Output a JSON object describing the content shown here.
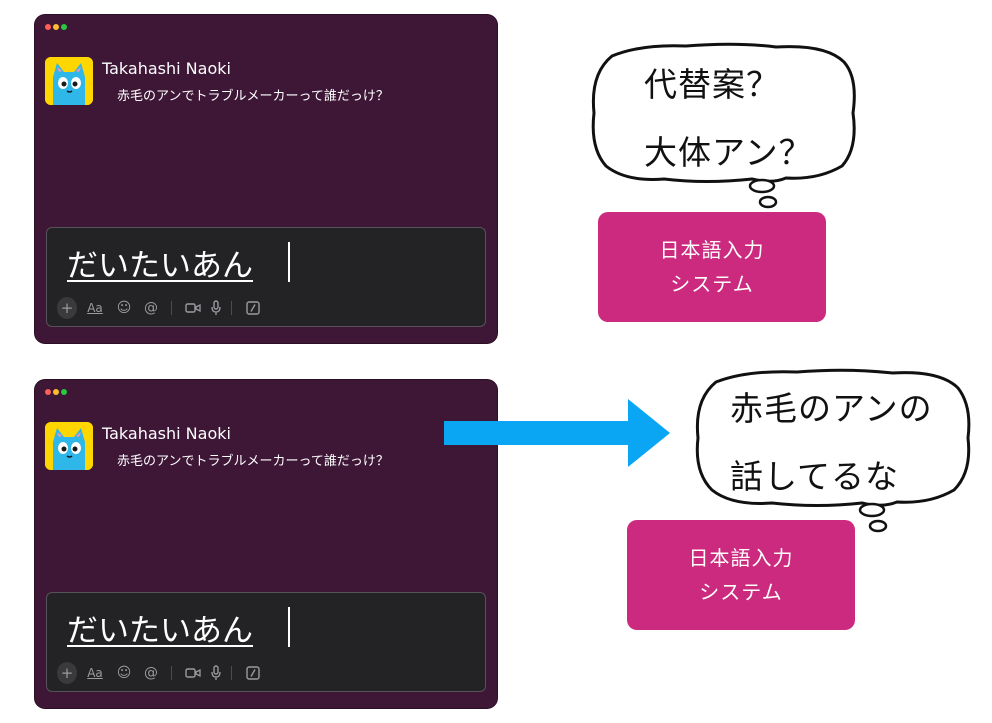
{
  "scenarios": [
    {
      "window": {
        "author": "Takahashi Naoki",
        "message": "赤毛のアンでトラブルメーカーって誰だっけ？",
        "composer_text": "だいたいあん"
      },
      "ime_box": {
        "line1": "日本語入力",
        "line2": "システム"
      },
      "thought": {
        "line1": "代替案？",
        "line2": "大体アン？"
      }
    },
    {
      "window": {
        "author": "Takahashi Naoki",
        "message": "赤毛のアンでトラブルメーカーって誰だっけ？",
        "composer_text": "だいたいあん"
      },
      "ime_box": {
        "line1": "日本語入力",
        "line2": "システム"
      },
      "thought": {
        "line1": "赤毛のアンの",
        "line2": "話してるな"
      }
    }
  ],
  "toolbar": {
    "plus": "+",
    "format": "Aa",
    "emoji": "☺",
    "mention": "@"
  },
  "colors": {
    "window_bg": "#3e1737",
    "composer_bg": "#232325",
    "ime_box": "#cc2a7e",
    "arrow": "#0aa6f4",
    "avatar_bg": "#ffd600"
  },
  "icons": [
    "window-dots",
    "cat-avatar",
    "plus-icon",
    "format-icon",
    "emoji-icon",
    "mention-icon",
    "video-icon",
    "mic-icon",
    "slash-command-icon",
    "right-arrow"
  ]
}
